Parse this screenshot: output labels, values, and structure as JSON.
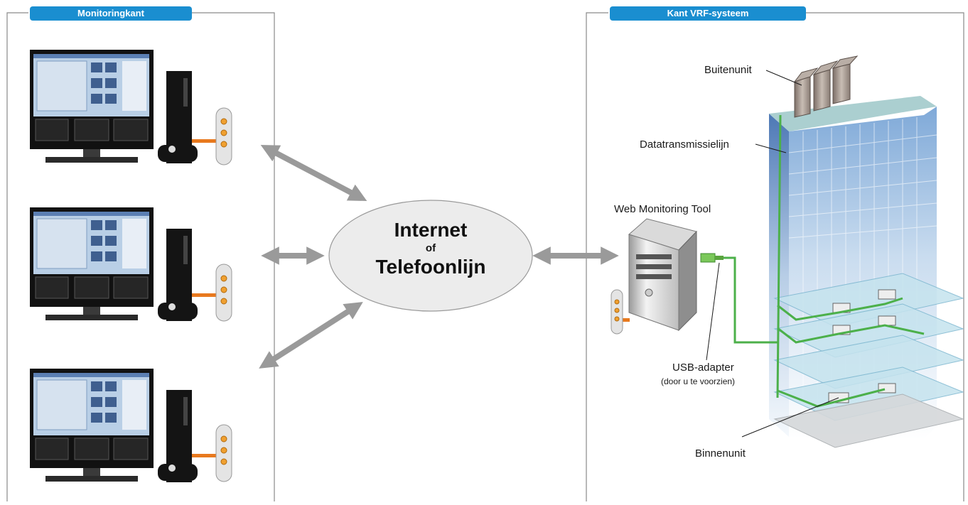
{
  "panels": {
    "left_title": "Monitoringkant",
    "right_title": "Kant VRF-systeem"
  },
  "network": {
    "line1": "Internet",
    "line2": "of",
    "line3": "Telefoonlijn"
  },
  "labels": {
    "outdoor_unit": "Buitenunit",
    "data_line": "Datatransmissielijn",
    "web_tool": "Web Monitoring Tool",
    "usb_adapter": "USB-adapter",
    "usb_note": "(door u te voorzien)",
    "indoor_unit": "Binnenunit"
  },
  "colors": {
    "tab": "#1a8ed0",
    "arrow": "#9a9a9a",
    "cable": "#e8791e",
    "transmission": "#4cb04a"
  }
}
